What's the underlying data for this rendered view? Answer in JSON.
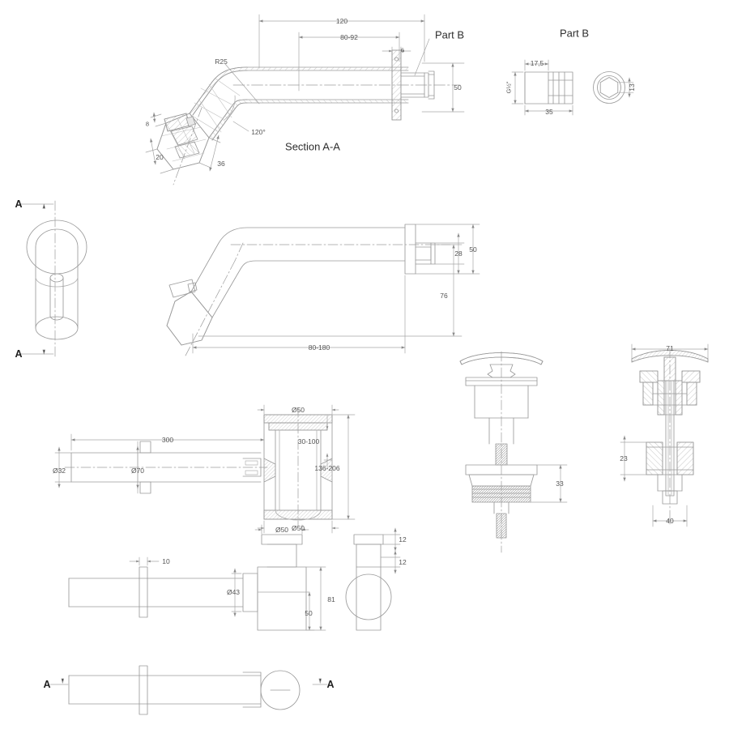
{
  "drawing": {
    "title": "Wall mounted basin mixer - technical drawing",
    "sheet_size": "900x900",
    "line_color": "#9a9a9a",
    "heavy_line_color": "#777777",
    "text_color": "#4a4a4a",
    "centerline_color": "#9a9a9a",
    "hatch_color": "#b4b4b4",
    "background": "#ffffff"
  },
  "views": {
    "section_aa": {
      "title": "Section A-A",
      "part_label": "Part B",
      "dimensions": {
        "overall_length": "120",
        "projection_range": "80-92",
        "flange_thickness": "6",
        "height": "50",
        "bend_radius": "R25",
        "bend_angle": "120°",
        "handle_stem": "8",
        "base_width": "20",
        "base_depth": "36"
      }
    },
    "part_b_detail": {
      "title": "Part B",
      "dimensions": {
        "half_length": "17,5",
        "overall_length": "35",
        "thread": "G½\"",
        "hex_across_flats": "13"
      }
    },
    "front_elevation": {
      "section_mark_top": "A",
      "section_mark_bottom": "A"
    },
    "side_elevation": {
      "dimensions": {
        "projection_range": "80-180",
        "height_from_center": "76",
        "spout_bore": "28",
        "flange_height": "50"
      }
    },
    "bottle_trap_upper": {
      "dimensions": {
        "inlet_diameter": "Ø32",
        "flange_diameter": "Ø70",
        "pipe_length": "300",
        "body_diameter_top": "Ø50",
        "body_diameter_bottom": "Ø50",
        "adjust_upper": "30-100",
        "adjust_total": "136-206"
      }
    },
    "bottle_trap_lower": {
      "dimensions": {
        "flange_thickness": "10",
        "inlet_diameter": "Ø43",
        "body_diameter": "Ø50",
        "body_height": "81",
        "offset_height": "50",
        "cap_height": "12",
        "collar_height": "12"
      }
    },
    "popup_waste_exploded": {
      "dimensions": {
        "body_height": "33"
      }
    },
    "popup_waste_section": {
      "dimensions": {
        "cap_diameter": "71",
        "seat_height": "23",
        "tail_diameter": "40"
      }
    },
    "bottom_plan": {
      "section_mark_left": "A",
      "section_mark_right": "A"
    }
  }
}
